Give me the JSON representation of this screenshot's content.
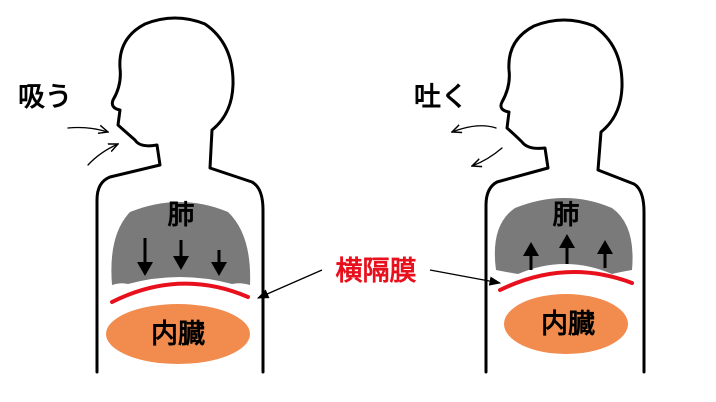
{
  "labels": {
    "inhale": "吸う",
    "exhale": "吐く",
    "lung": "肺",
    "viscera": "内臓",
    "diaphragm": "横隔膜"
  },
  "colors": {
    "lung": "#7a7a7a",
    "viscera": "#f28c4e",
    "diaphragm": "#e8101c",
    "outline": "#000000"
  },
  "icons": {
    "lung_arrow_inhale": "arrow-down-icon",
    "lung_arrow_exhale": "arrow-up-icon"
  }
}
